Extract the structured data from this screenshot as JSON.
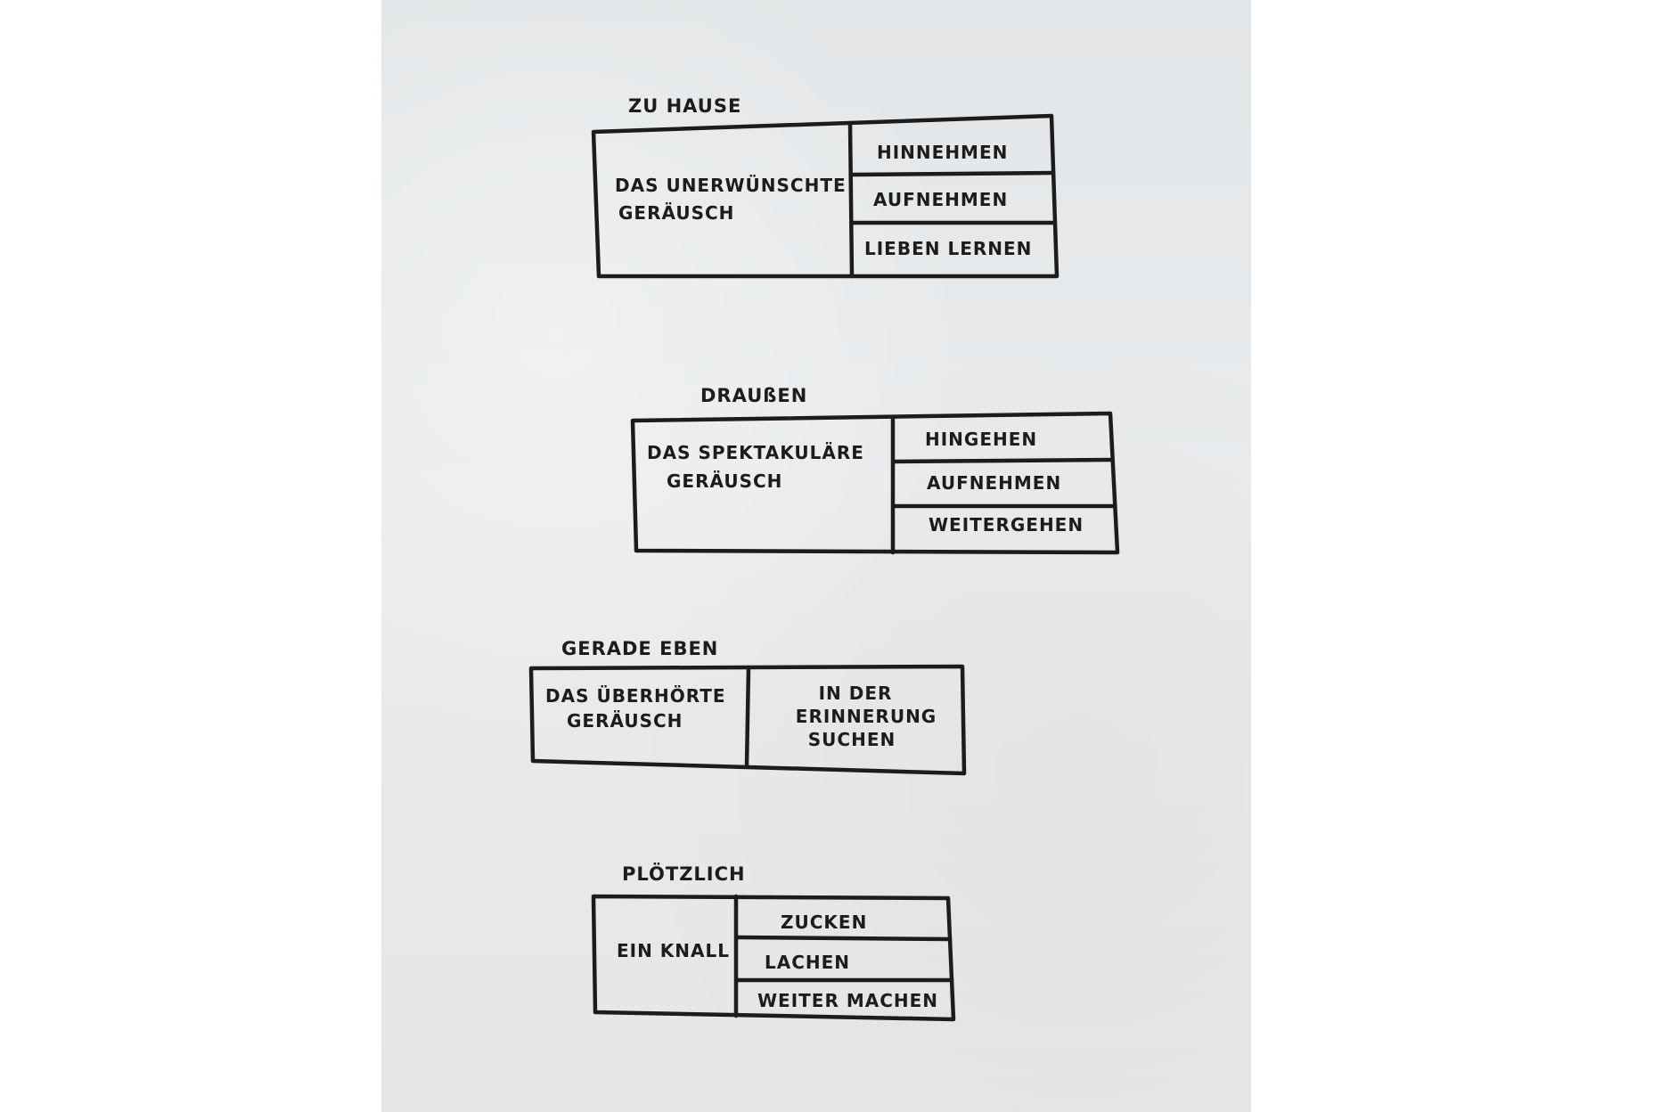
{
  "sections": [
    {
      "heading": "ZU HAUSE",
      "subject": [
        "DAS UNERWÜNSCHTE",
        "GERÄUSCH"
      ],
      "actions": [
        "HINNEHMEN",
        "AUFNEHMEN",
        "LIEBEN LERNEN"
      ]
    },
    {
      "heading": "DRAUßEN",
      "subject": [
        "DAS SPEKTAKULÄRE",
        "GERÄUSCH"
      ],
      "actions": [
        "HINGEHEN",
        "AUFNEHMEN",
        "WEITERGEHEN"
      ]
    },
    {
      "heading": "GERADE EBEN",
      "subject": [
        "DAS ÜBERHÖRTE",
        "GERÄUSCH"
      ],
      "actions": [
        "IN DER",
        "ERINNERUNG",
        "SUCHEN"
      ]
    },
    {
      "heading": "PLÖTZLICH",
      "subject": [
        "EIN KNALL"
      ],
      "actions": [
        "ZUCKEN",
        "LACHEN",
        "WEITER MACHEN"
      ]
    }
  ],
  "colors": {
    "ink": "#1c1c1c",
    "wall": "#e6e8ea",
    "background": "#ffffff"
  }
}
